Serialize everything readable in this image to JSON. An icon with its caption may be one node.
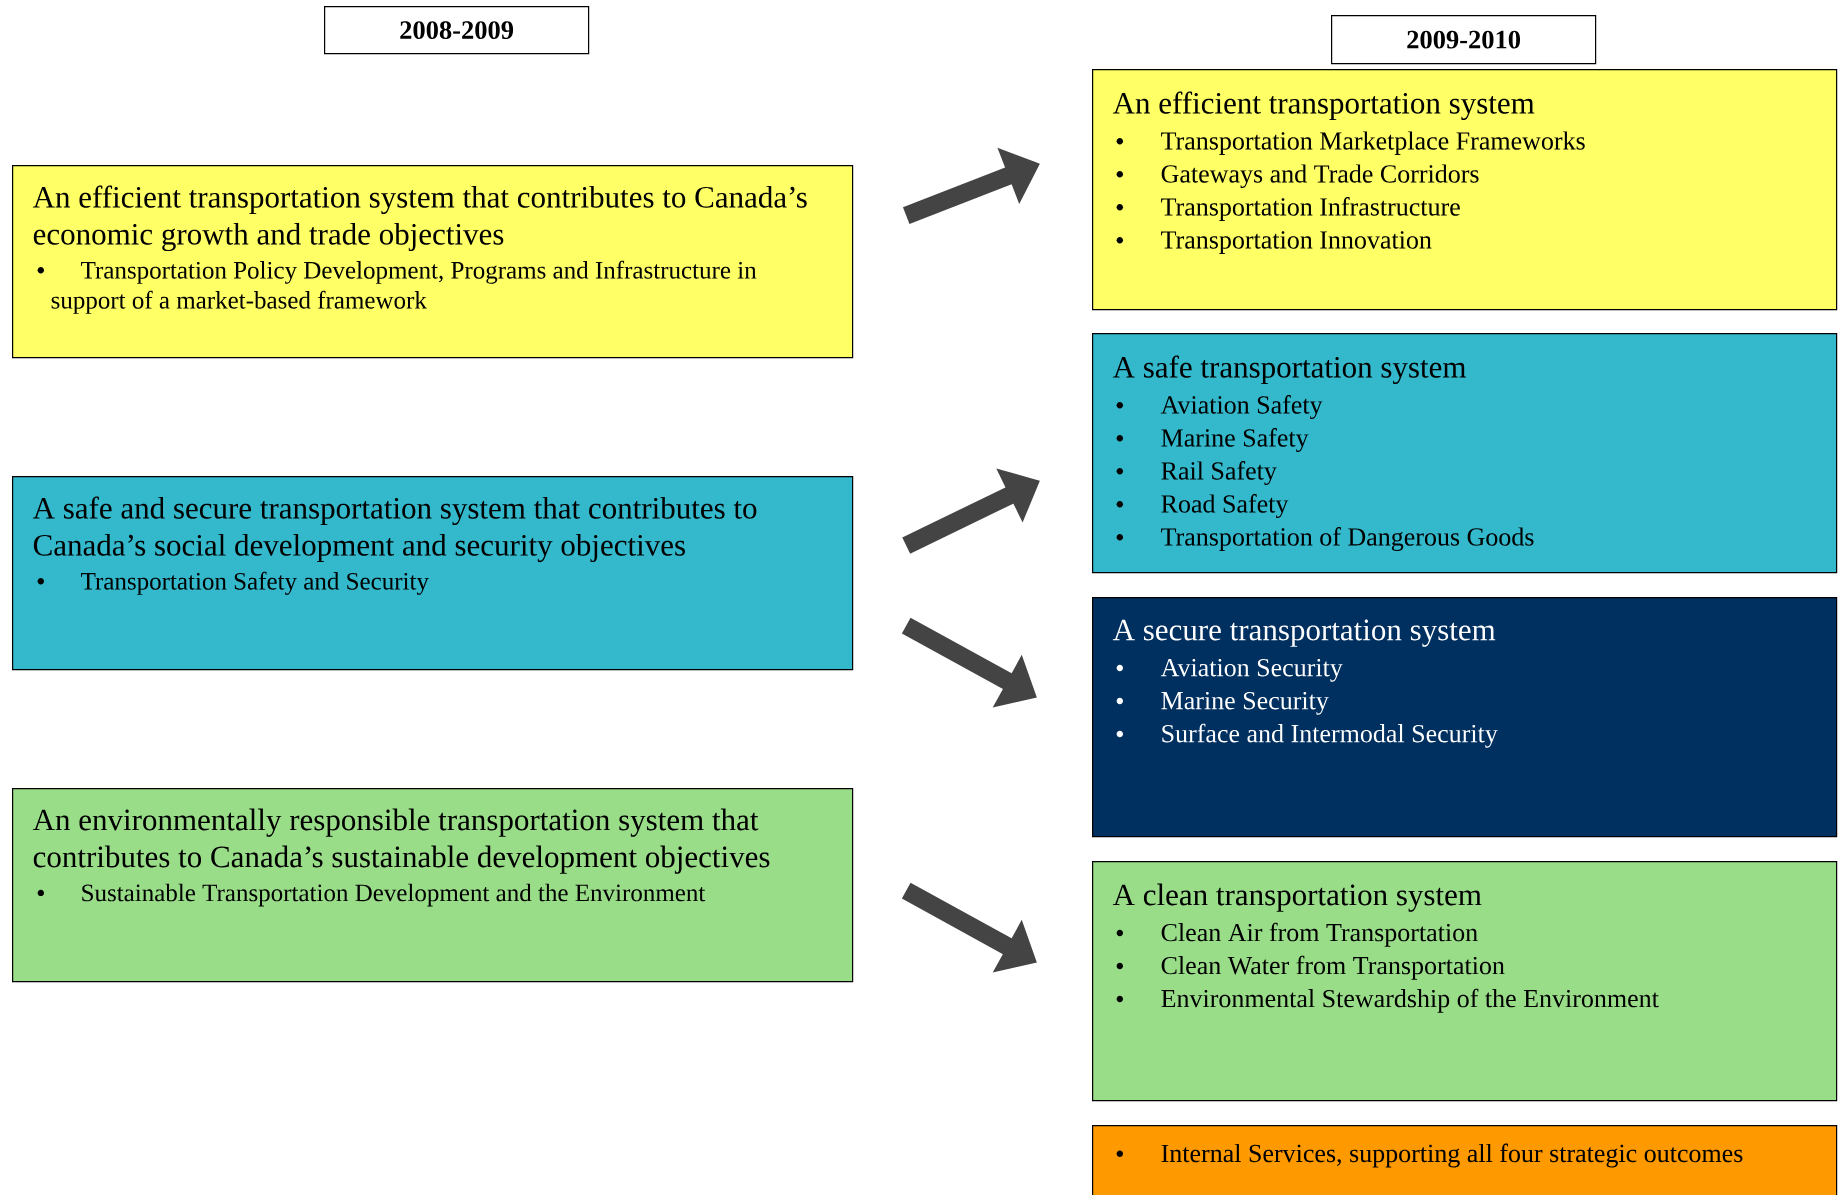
{
  "diagram": {
    "nodes": [
      {
        "text": [
          "2008-2009"
        ]
      },
      {
        "text": [
          "2009-2010"
        ]
      },
      {
        "text": [
          "An efficient transportation system that contributes to Canada’s economic growth and trade objectives",
          "Transportation Policy Development, Programs and Infrastructure in support of a market-based framework"
        ]
      },
      {
        "text": [
          "A safe and secure transportation system that contributes to Canada’s social development and security objectives",
          "Transportation Safety and Security"
        ]
      },
      {
        "text": [
          "An environmentally responsible transportation system that contributes to Canada’s sustainable development objectives",
          "Sustainable Transportation Development and the Environment"
        ]
      },
      {
        "text": [
          "An efficient transportation system",
          "Transportation Marketplace Frameworks",
          "Gateways and Trade Corridors",
          "Transportation Infrastructure",
          "Transportation Innovation"
        ]
      },
      {
        "text": [
          "A safe transportation system",
          "Aviation Safety",
          "Marine Safety",
          "Rail Safety",
          "Road Safety",
          "Transportation of Dangerous Goods"
        ]
      },
      {
        "text": [
          "A secure transportation system",
          "Aviation Security",
          "Marine Security",
          "Surface and Intermodal Security"
        ]
      },
      {
        "text": [
          "A clean transportation system",
          "Clean Air from Transportation",
          "Clean Water from Transportation",
          "Environmental Stewardship of the Environment"
        ]
      },
      {
        "text": [
          "Internal Services, supporting all four strategic outcomes"
        ]
      }
    ],
    "edges": [
      {
        "from": 2,
        "to": 5,
        "arrow": "to"
      },
      {
        "from": 3,
        "to": 6,
        "arrow": "to"
      },
      {
        "from": 3,
        "to": 7,
        "arrow": "to"
      },
      {
        "from": 4,
        "to": 8,
        "arrow": "to"
      }
    ]
  }
}
